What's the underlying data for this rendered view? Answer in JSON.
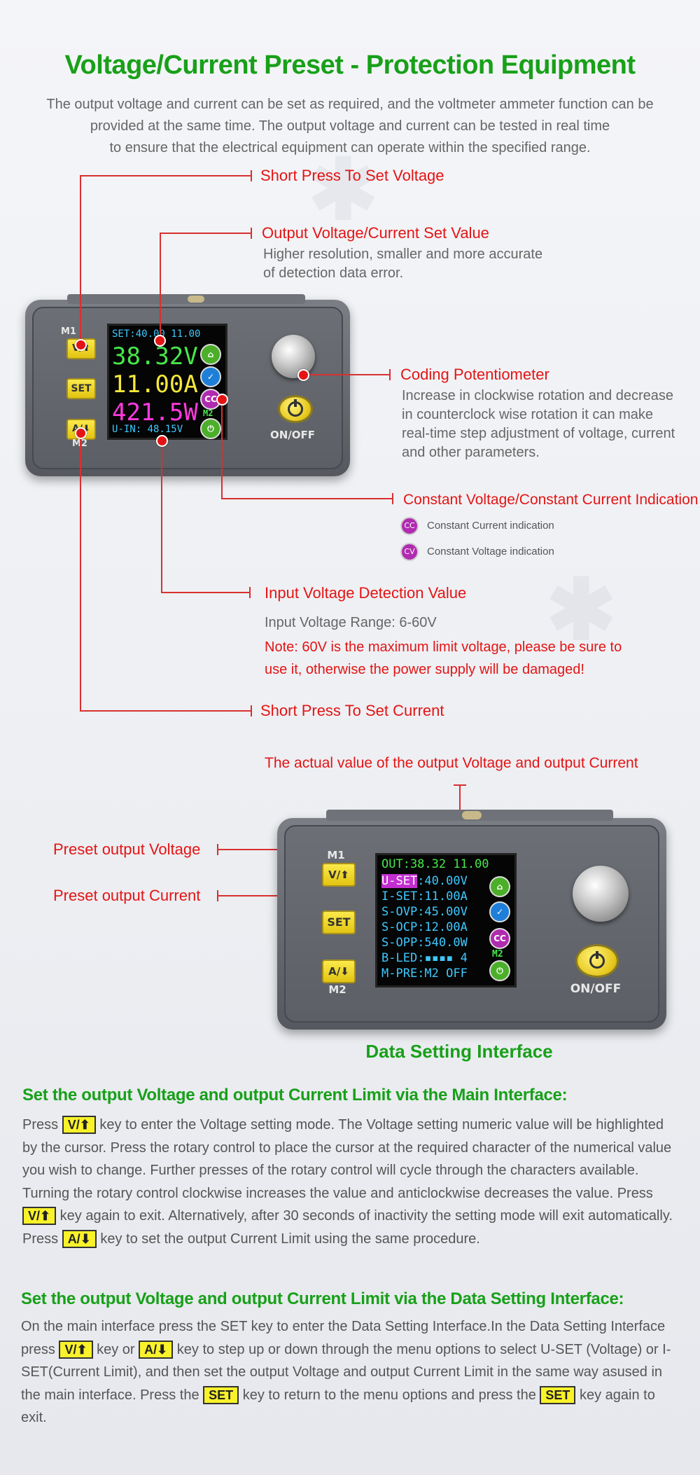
{
  "header": {
    "title": "Voltage/Current Preset - Protection Equipment",
    "intro_lines": [
      "The output voltage and current can be set as required, and the voltmeter ammeter function can be",
      "provided at the same time. The output voltage and current can be tested in real time",
      "to ensure that the electrical equipment can operate within the specified range."
    ]
  },
  "callouts": {
    "short_press_voltage": "Short Press To Set Voltage",
    "set_value_title": "Output Voltage/Current Set Value",
    "set_value_desc": [
      "Higher resolution, smaller and more accurate",
      "of detection data error."
    ],
    "coding_pot_title": "Coding Potentiometer",
    "coding_pot_desc": [
      "Increase in clockwise rotation and decrease",
      "in counterclock wise rotation it can make",
      "real-time step adjustment of voltage, current",
      "and other parameters."
    ],
    "cv_cc_title": "Constant Voltage/Constant Current Indication",
    "cc_icon": "CC",
    "cc_text": "Constant Current indication",
    "cv_icon": "CV",
    "cv_text": "Constant Voltage indication",
    "input_title": "Input Voltage Detection Value",
    "input_range": "Input Voltage Range: 6-60V",
    "input_note": [
      "Note: 60V is the maximum limit voltage, please be sure to",
      "use it, otherwise the power supply will be damaged!"
    ],
    "short_press_current": "Short Press To Set Current",
    "actual_value": "The actual value of the output Voltage and output Current",
    "preset_voltage": "Preset output Voltage",
    "preset_current": "Preset output Current"
  },
  "device1": {
    "m1": "M1",
    "m2": "M2",
    "key_v": "V/⬆",
    "key_set": "SET",
    "key_a": "A/⬇",
    "set_line": "SET:40.00 11.00",
    "voltage": "38.32V",
    "current": "11.00A",
    "power": "421.5W",
    "mode": "M2",
    "uin": "U-IN: 48.15V",
    "onoff": "ON/OFF",
    "cc": "CC"
  },
  "device2": {
    "m1": "M1",
    "m2": "M2",
    "key_v": "V/⬆",
    "key_set": "SET",
    "key_a": "A/⬇",
    "out_line": "OUT:38.32 11.00",
    "rows": [
      {
        "label": "U-SET",
        "value": ":40.00V"
      },
      {
        "label": "I-SET",
        "value": ":11.00A"
      },
      {
        "label": "S-OVP",
        "value": ":45.00V"
      },
      {
        "label": "S-OCP",
        "value": ":12.00A"
      },
      {
        "label": "S-OPP",
        "value": ":540.0W"
      },
      {
        "label": "B-LED",
        "value": ":▪▪▪▪ 4"
      },
      {
        "label": "M-PRE",
        "value": ":M2 OFF"
      }
    ],
    "mode": "M2",
    "onoff": "ON/OFF",
    "cc": "CC",
    "caption": "Data Setting Interface"
  },
  "section1": {
    "heading": "Set the output Voltage and output Current Limit via the Main Interface:",
    "p1": "Press",
    "k1": "V/⬆",
    "p2": " key to enter the Voltage setting mode. The Voltage setting numeric value will be highlighted by the cursor. Press the rotary control to place the cursor at the required character of the numerical value you wish to change. Further presses of the rotary control will cycle through the characters available. Turning the rotary control clockwise increases the value and anticlockwise decreases the value. Press ",
    "k2": "V/⬆",
    "p3": " key again to exit. Alternatively, after 30 seconds of inactivity the setting mode will exit automatically. Press ",
    "k3": "A/⬇",
    "p4": " key to set the output Current Limit using the same procedure."
  },
  "section2": {
    "heading": "Set the output Voltage and output Current Limit via the Data Setting Interface:",
    "p1": "On the main interface press the SET key to enter the Data Setting Interface.In the Data Setting Interface press ",
    "k1": "V/⬆",
    "p2": " key or ",
    "k2": "A/⬇",
    "p3": " key to step up or down through the menu options to select U-SET (Voltage) or I-SET(Current Limit), and then set the output Voltage and output Current Limit in the same way asused in the main interface. Press the ",
    "k3": "SET",
    "p4": " key to return to the menu options and press the ",
    "k4": "SET",
    "p5": " key again to exit."
  }
}
